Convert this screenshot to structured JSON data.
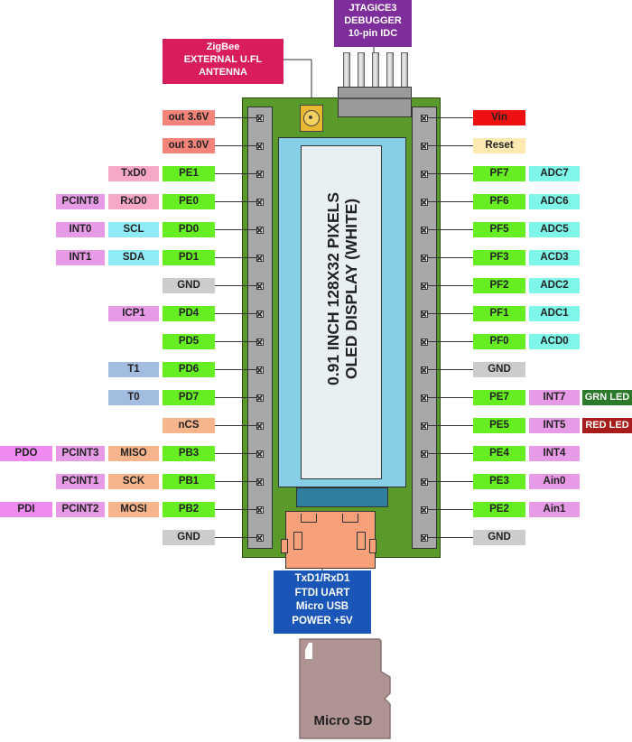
{
  "callouts": {
    "jtag": [
      "JTAGICE3",
      "DEBUGGER",
      "10-pin IDC"
    ],
    "zigbee": [
      "ZigBee",
      "EXTERNAL U.FL",
      "ANTENNA"
    ],
    "usb": [
      "TxD1/RxD1",
      "FTDI UART",
      "Micro USB",
      "POWER +5V"
    ],
    "microsd": "Micro SD"
  },
  "display": [
    "0.91 INCH 128X32 PIXELS",
    "OLED DISPLAY (WHITE)"
  ],
  "colors": {
    "pcb": "#5a9a2a",
    "header": "#a8a8a8",
    "oled": "#87cfe6",
    "callout_purple": "#7d2e9b",
    "callout_pink": "#d81c5c",
    "callout_blue": "#1a56b8",
    "sd_card": "#b09494",
    "port_green": "#66ee22",
    "power_red": "#ee1111",
    "power_salmon": "#f4837a",
    "reset_cream": "#feeab0",
    "gnd_gray": "#cccccc",
    "adc_cyan": "#7ff7e8",
    "int_pink": "#e79be7",
    "uart_pink": "#f7a8c8",
    "i2c_cyan": "#90ebf6",
    "timer_blue": "#a3bde0",
    "spi_orange": "#f7b58c",
    "pdi_pink": "#ef8af0",
    "led_green": "#2a7a2a",
    "led_red": "#a81c1c"
  },
  "left_pins": [
    {
      "labels": [
        {
          "text": "out 3.6V",
          "color": "#f4837a"
        }
      ]
    },
    {
      "labels": [
        {
          "text": "out 3.0V",
          "color": "#f4837a"
        }
      ]
    },
    {
      "labels": [
        {
          "text": "PE1",
          "color": "#66ee22"
        },
        {
          "text": "TxD0",
          "color": "#f7a8c8"
        }
      ]
    },
    {
      "labels": [
        {
          "text": "PE0",
          "color": "#66ee22"
        },
        {
          "text": "RxD0",
          "color": "#f7a8c8"
        },
        {
          "text": "PCINT8",
          "color": "#e79be7"
        }
      ]
    },
    {
      "labels": [
        {
          "text": "PD0",
          "color": "#66ee22"
        },
        {
          "text": "SCL",
          "color": "#90ebf6"
        },
        {
          "text": "INT0",
          "color": "#e79be7"
        }
      ]
    },
    {
      "labels": [
        {
          "text": "PD1",
          "color": "#66ee22"
        },
        {
          "text": "SDA",
          "color": "#90ebf6"
        },
        {
          "text": "INT1",
          "color": "#e79be7"
        }
      ]
    },
    {
      "labels": [
        {
          "text": "GND",
          "color": "#cccccc"
        }
      ]
    },
    {
      "labels": [
        {
          "text": "PD4",
          "color": "#66ee22"
        },
        {
          "text": "ICP1",
          "color": "#e79be7"
        }
      ]
    },
    {
      "labels": [
        {
          "text": "PD5",
          "color": "#66ee22"
        }
      ]
    },
    {
      "labels": [
        {
          "text": "PD6",
          "color": "#66ee22"
        },
        {
          "text": "T1",
          "color": "#a3bde0"
        }
      ]
    },
    {
      "labels": [
        {
          "text": "PD7",
          "color": "#66ee22"
        },
        {
          "text": "T0",
          "color": "#a3bde0"
        }
      ]
    },
    {
      "labels": [
        {
          "text": "nCS",
          "color": "#f7b58c"
        }
      ]
    },
    {
      "labels": [
        {
          "text": "PB3",
          "color": "#66ee22"
        },
        {
          "text": "MISO",
          "color": "#f7b58c"
        },
        {
          "text": "PCINT3",
          "color": "#e79be7"
        },
        {
          "text": "PDO",
          "color": "#ef8af0"
        }
      ]
    },
    {
      "labels": [
        {
          "text": "PB1",
          "color": "#66ee22"
        },
        {
          "text": "SCK",
          "color": "#f7b58c"
        },
        {
          "text": "PCINT1",
          "color": "#e79be7"
        }
      ]
    },
    {
      "labels": [
        {
          "text": "PB2",
          "color": "#66ee22"
        },
        {
          "text": "MOSI",
          "color": "#f7b58c"
        },
        {
          "text": "PCINT2",
          "color": "#e79be7"
        },
        {
          "text": "PDI",
          "color": "#ef8af0"
        }
      ]
    },
    {
      "labels": [
        {
          "text": "GND",
          "color": "#cccccc"
        }
      ]
    }
  ],
  "right_pins": [
    {
      "labels": [
        {
          "text": "Vin",
          "color": "#ee1111"
        }
      ]
    },
    {
      "labels": [
        {
          "text": "Reset",
          "color": "#feeab0"
        }
      ]
    },
    {
      "labels": [
        {
          "text": "PF7",
          "color": "#66ee22"
        },
        {
          "text": "ADC7",
          "color": "#7ff7e8"
        }
      ]
    },
    {
      "labels": [
        {
          "text": "PF6",
          "color": "#66ee22"
        },
        {
          "text": "ADC6",
          "color": "#7ff7e8"
        }
      ]
    },
    {
      "labels": [
        {
          "text": "PF5",
          "color": "#66ee22"
        },
        {
          "text": "ADC5",
          "color": "#7ff7e8"
        }
      ]
    },
    {
      "labels": [
        {
          "text": "PF3",
          "color": "#66ee22"
        },
        {
          "text": "ACD3",
          "color": "#7ff7e8"
        }
      ]
    },
    {
      "labels": [
        {
          "text": "PF2",
          "color": "#66ee22"
        },
        {
          "text": "ADC2",
          "color": "#7ff7e8"
        }
      ]
    },
    {
      "labels": [
        {
          "text": "PF1",
          "color": "#66ee22"
        },
        {
          "text": "ADC1",
          "color": "#7ff7e8"
        }
      ]
    },
    {
      "labels": [
        {
          "text": "PF0",
          "color": "#66ee22"
        },
        {
          "text": "ACD0",
          "color": "#7ff7e8"
        }
      ]
    },
    {
      "labels": [
        {
          "text": "GND",
          "color": "#cccccc"
        }
      ]
    },
    {
      "labels": [
        {
          "text": "PE7",
          "color": "#66ee22"
        },
        {
          "text": "INT7",
          "color": "#e79be7"
        }
      ],
      "led": {
        "text": "GRN LED",
        "color": "#2a7a2a"
      }
    },
    {
      "labels": [
        {
          "text": "PE5",
          "color": "#66ee22"
        },
        {
          "text": "INT5",
          "color": "#e79be7"
        }
      ],
      "led": {
        "text": "RED LED",
        "color": "#a81c1c"
      }
    },
    {
      "labels": [
        {
          "text": "PE4",
          "color": "#66ee22"
        },
        {
          "text": "INT4",
          "color": "#e79be7"
        }
      ]
    },
    {
      "labels": [
        {
          "text": "PE3",
          "color": "#66ee22"
        },
        {
          "text": "Ain0",
          "color": "#e79be7"
        }
      ]
    },
    {
      "labels": [
        {
          "text": "PE2",
          "color": "#66ee22"
        },
        {
          "text": "Ain1",
          "color": "#e79be7"
        }
      ]
    },
    {
      "labels": [
        {
          "text": "GND",
          "color": "#cccccc"
        }
      ]
    }
  ]
}
